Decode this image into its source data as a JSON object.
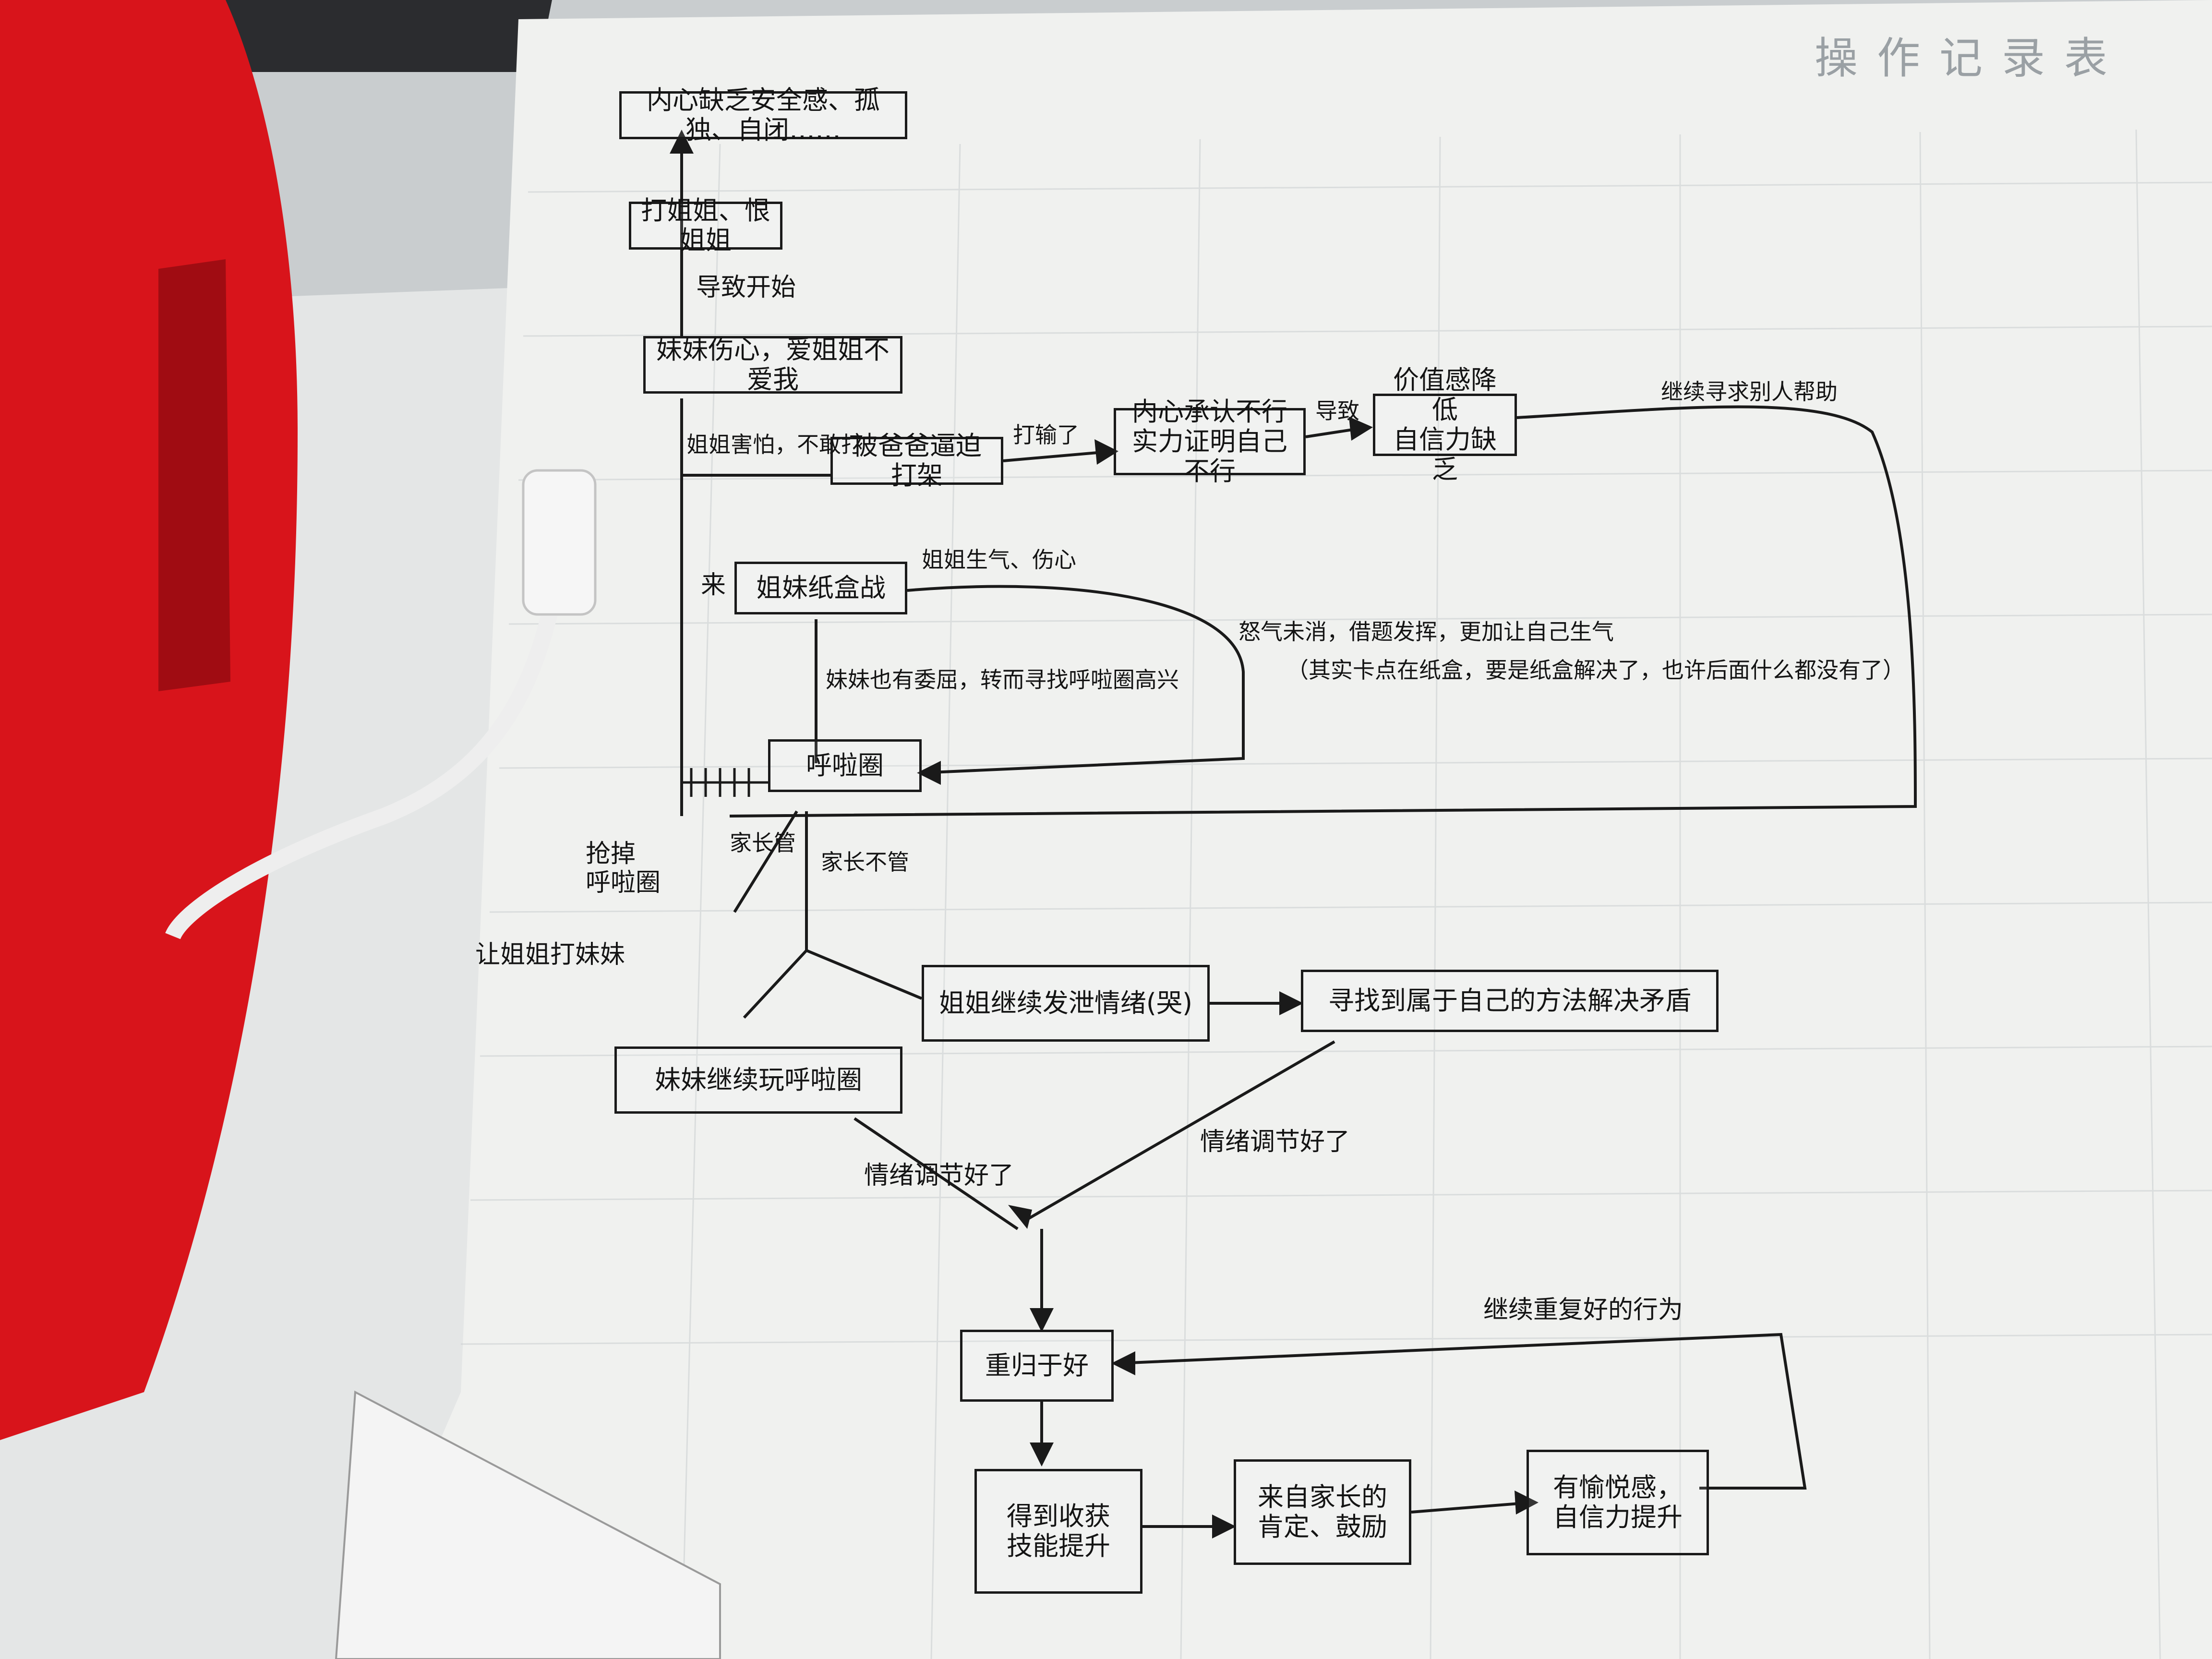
{
  "sheet_title": "操作记录表",
  "nodes": {
    "n_top": "内心缺乏安全感、孤独、自闭……",
    "n_hit": "打姐姐、恨姐姐",
    "n_sad": "妹妹伤心，爱姐姐不爱我",
    "n_forced": "被爸爸逼迫打架",
    "n_inner": "内心承认不行\n实力证明自己不行",
    "n_value": "价值感降低\n自信力缺乏",
    "n_fight": "姐妹纸盒战",
    "n_lala": "呼啦圈",
    "n_sis_play": "妹妹继续玩呼啦圈",
    "n_elder": "姐姐继续发泄情绪(哭)",
    "n_find": "寻找到属于自己的方法解决矛盾",
    "n_together": "重归于好",
    "n_gain": "得到收获\n技能提升",
    "n_praise": "来自家长的\n肯定、鼓励",
    "n_happy": "有愉悦感，\n自信力提升"
  },
  "edge_labels": {
    "e_tears": "导致开始",
    "e_scared": "姐姐害怕，不敢打",
    "e_beat": "打输了",
    "e_cause": "导致",
    "e_help": "继续寻求别人帮助",
    "e_come": "来",
    "e_elder_cry": "姐姐生气、伤心",
    "e_sis_wrong": "妹妹也有委屈，转而寻找呼啦圈高兴",
    "e_anger": "怒气未消，借题发挥，更加让自己生气",
    "e_note": "（其实卡点在纸盒，要是纸盒解决了，也许后面什么都没有了）",
    "e_parent": "家长管",
    "e_parent_no": "家长不管",
    "e_grab": "抢掉\n呼啦圈",
    "e_let": "让姐姐打妹妹",
    "e_calm1": "情绪调节好了",
    "e_calm2": "情绪调节好了",
    "e_repeat": "继续重复好的行为"
  }
}
